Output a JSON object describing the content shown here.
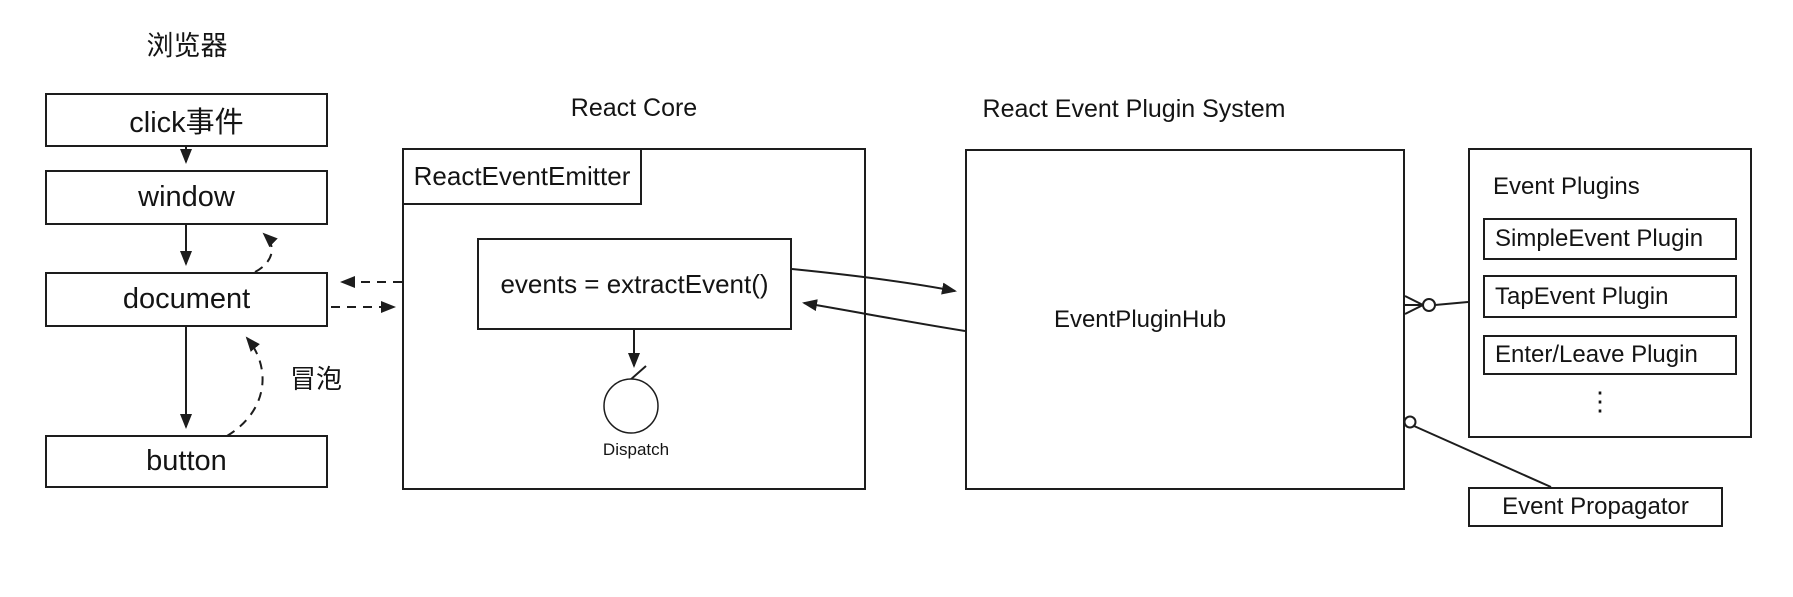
{
  "browser": {
    "title": "浏览器",
    "nodes": {
      "click_event": "click事件",
      "window": "window",
      "document": "document",
      "button": "button"
    },
    "bubble_label": "冒泡"
  },
  "react_core": {
    "title": "React Core",
    "emitter_label": "ReactEventEmitter",
    "extract_label": "events = extractEvent()",
    "dispatch_label": "Dispatch"
  },
  "plugin_system": {
    "title": "React Event Plugin System",
    "hub_label": "EventPluginHub"
  },
  "plugins_panel": {
    "title": "Event Plugins",
    "items": [
      "SimpleEvent Plugin",
      "TapEvent Plugin",
      "Enter/Leave Plugin"
    ],
    "ellipsis": "⋮"
  },
  "propagator_label": "Event Propagator",
  "colors": {
    "line": "#1d1d1d",
    "background": "#ffffff"
  }
}
